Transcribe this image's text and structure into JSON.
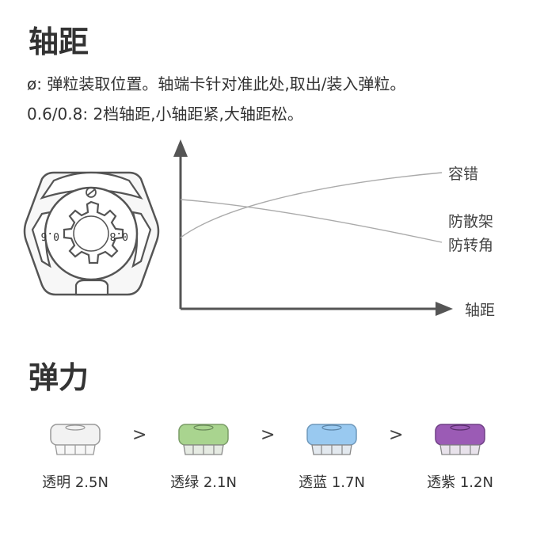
{
  "section1": {
    "title": "轴距",
    "line1": "ø: 弹粒装取位置。轴端卡针对准此处,取出/装入弹粒。",
    "line2": "0.6/0.8: 2档轴距,小轴距紧,大轴距松。"
  },
  "wheel": {
    "label_left": "0.6",
    "label_right": "0.8"
  },
  "graph": {
    "x_label": "轴距",
    "curves": [
      {
        "label": "容错",
        "trend": "increasing"
      },
      {
        "label": "防散架",
        "trend": "decreasing"
      },
      {
        "label": "防转角",
        "trend": "decreasing"
      }
    ]
  },
  "section2": {
    "title": "弹力",
    "separator": ">",
    "items": [
      {
        "caption": "透明 2.5N",
        "color": "#f2f2f2"
      },
      {
        "caption": "透绿 2.1N",
        "color": "#a9d48f"
      },
      {
        "caption": "透蓝 1.7N",
        "color": "#99c9f0"
      },
      {
        "caption": "透紫 1.2N",
        "color": "#9b5bb5"
      }
    ]
  }
}
